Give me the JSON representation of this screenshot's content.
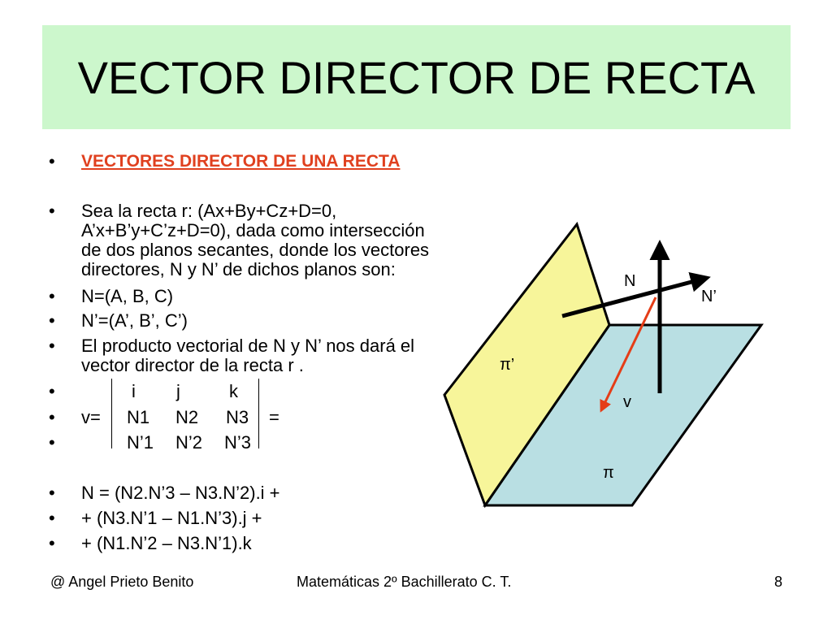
{
  "title": "VECTOR DIRECTOR DE RECTA",
  "heading": "VECTORES DIRECTOR DE UNA RECTA",
  "paragraph": [
    "Sea la recta r: (Ax+By+Cz+D=0,",
    "A’x+B’y+C’z+D=0), dada como intersección",
    "de dos planos secantes, donde los vectores",
    "directores, N y N’ de dichos planos son:"
  ],
  "bullets": {
    "n": "N=(A, B, C)",
    "n_prime": "N’=(A’, B’, C’)",
    "producto": [
      "El producto vectorial de N y N’ nos dará el",
      "vector director de la recta r ."
    ]
  },
  "bullet_char": "•",
  "matrix": {
    "label": "v=",
    "equals": "=",
    "row1": [
      "i",
      "j",
      "k"
    ],
    "row2": [
      "N1",
      "N2",
      "N3"
    ],
    "row3": [
      "N’1",
      "N’2",
      "N’3"
    ]
  },
  "formula": [
    "N = (N2.N’3 – N3.N’2).i +",
    "+ (N3.N’1 – N1.N’3).j +",
    "+ (N1.N’2 – N3.N’1).k"
  ],
  "figure": {
    "label_n": "N",
    "label_n_prime": "N’",
    "label_pi_prime": "π’",
    "label_v": "v",
    "label_pi": "π",
    "colors": {
      "plane_pi_prime": "#f7f59a",
      "plane_pi": "#b9dfe3",
      "vector_v": "#e53d17",
      "outline": "#000000"
    }
  },
  "footer": {
    "author": "@ Angel Prieto Benito",
    "course": "Matemáticas  2º Bachillerato C. T.",
    "page": "8"
  }
}
